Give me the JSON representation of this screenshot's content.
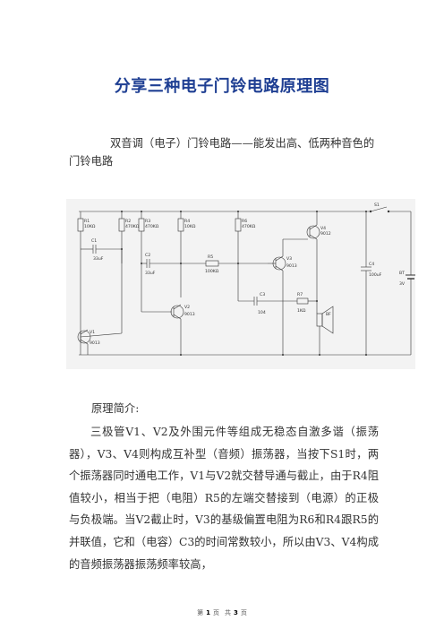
{
  "document": {
    "title": "分享三种电子门铃电路原理图",
    "intro": "双音调（电子）门铃电路——能发出高、低两种音色的门铃电路",
    "section_heading": "原理简介:",
    "body": "三极管V1、V2及外围元件等组成无稳态自激多谐（振荡器），V3、V4则构成互补型（音频）振荡器，当按下S1时，两个振荡器同时通电工作，V1与V2就交替导通与截止，由于R4阻值较小，相当于把（电阻）R5的左端交替接到（电源）的正极与负极端。当V2截止时，V3的基级偏置电阻为R6和R4跟R5的并联值，它和（电容）C3的时间常数较小，所以由V3、V4构成的音频振荡器振荡频率较高，"
  },
  "circuit": {
    "labels": {
      "r1": "R1",
      "r1_val": "10KΩ",
      "r2": "R2",
      "r2_val": "470KΩ",
      "r3": "R3",
      "r3_val": "470KΩ",
      "r4": "R4",
      "r4_val": "10KΩ",
      "r5": "R5",
      "r5_val": "100KΩ",
      "r6": "R6",
      "r6_val": "470KΩ",
      "r7": "R7",
      "r7_val": "1KΩ",
      "c1": "C1",
      "c1_val": "33uF",
      "c2": "C2",
      "c2_val": "33uF",
      "c3": "C3",
      "c3_val": "104",
      "c4": "C4",
      "c4_val": "100uF",
      "v1": "V1",
      "v1_val": "9013",
      "v2": "V2",
      "v2_val": "9013",
      "v3": "V3",
      "v3_val": "9013",
      "v4": "V4",
      "v4_val": "9012",
      "s1": "S1",
      "bf": "BF",
      "bt": "BT",
      "bt_val": "3V"
    }
  },
  "footer": {
    "prefix": "第",
    "page": "1",
    "mid1": "页",
    "mid2": "共",
    "total": "3",
    "suffix": "页"
  }
}
